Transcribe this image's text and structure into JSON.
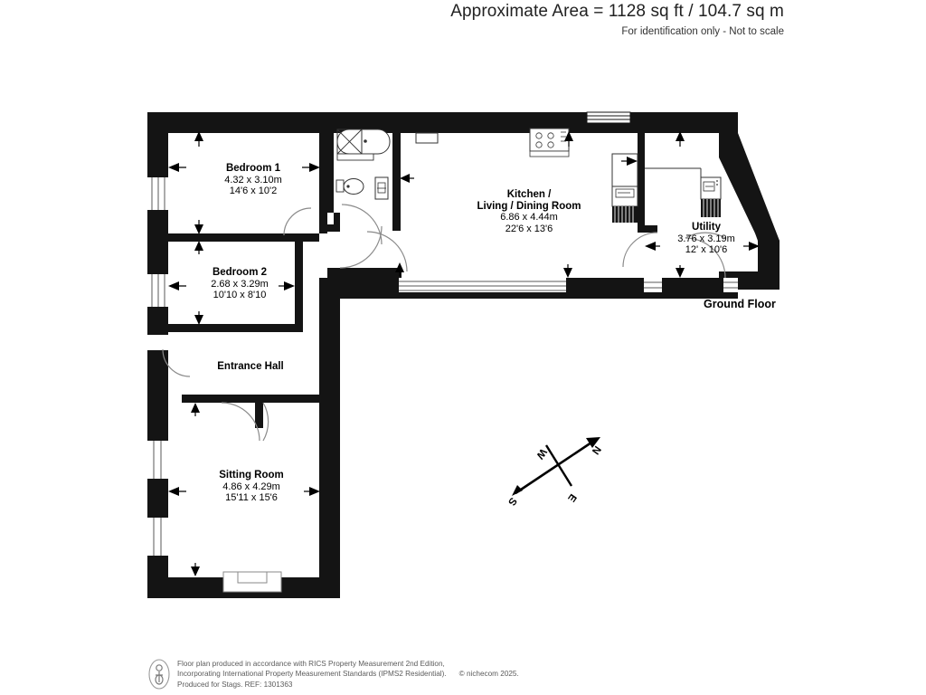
{
  "header": {
    "approximate_area": "Approximate Area = 1128 sq ft / 104.7 sq m",
    "identification_note": "For identification only - Not to scale"
  },
  "floor": {
    "title": "Ground Floor"
  },
  "rooms": [
    {
      "id": "bedroom-1",
      "name": "Bedroom 1",
      "metric": "4.32 x 3.10m",
      "imperial": "14'6 x 10'2"
    },
    {
      "id": "bedroom-2",
      "name": "Bedroom 2",
      "metric": "2.68 x 3.29m",
      "imperial": "10'10 x 8'10"
    },
    {
      "id": "kitchen-living-dining",
      "name": "Kitchen /",
      "name2": "Living / Dining Room",
      "metric": "6.86 x 4.44m",
      "imperial": "22'6 x 13'6"
    },
    {
      "id": "utility",
      "name": "Utility",
      "metric": "3.76 x 3.19m",
      "imperial": "12' x 10'6"
    },
    {
      "id": "entrance-hall",
      "name": "Entrance Hall"
    },
    {
      "id": "sitting-room",
      "name": "Sitting Room",
      "metric": "4.86 x 4.29m",
      "imperial": "15'11 x 15'6"
    }
  ],
  "compass": {
    "north": "N",
    "east": "E",
    "south": "S",
    "west": "W"
  },
  "footer": {
    "line1": "Floor plan produced in accordance with RICS Property Measurement 2nd Edition,",
    "line2": "Incorporating International Property Measurement Standards (IPMS2 Residential).",
    "copyright": "© nichecom 2025.",
    "line3": "Produced for Stags.   REF: 1301363"
  },
  "colors": {
    "wall": "#141414",
    "background": "#ffffff",
    "text": "#000000",
    "footer_text": "#5b5b5b"
  }
}
